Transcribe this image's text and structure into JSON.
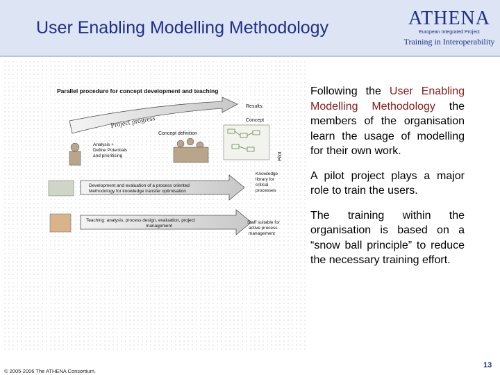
{
  "slide": {
    "title": "User Enabling Modelling Methodology",
    "logo": {
      "name": "ATHENA",
      "subtitle": "European Integrated Project",
      "tagline": "Training in Interoperability"
    },
    "paragraphs": {
      "p1_pre": "Following the ",
      "p1_highlight": "User Enabling Modelling Methodology",
      "p1_post": " the members of the organisation learn the usage of modelling for their own work.",
      "p2": "A pilot project plays a major role to train the users.",
      "p3": "The training within the organisation is based on a “snow ball principle” to reduce the necessary training effort."
    },
    "figure": {
      "heading": "Parallel procedure for concept development and teaching",
      "progress": "Project progress",
      "results": "Results:",
      "concept_def": "Concept definition",
      "concept": "Concept",
      "pilot": "Pilot",
      "analysis": "Analysis + Define Potentials and prioritising",
      "dev_eval": "Development and evaluation of a process oriented Methodology for knowledge transfer optimisation",
      "knowledge_lib": "Knowledge library for critical processes",
      "teaching": "Teaching: analysis, process design, evaluation, project management",
      "staff": "Staff suitable for active process management"
    },
    "footer": "© 2005-2006 The ATHENA Consortium.",
    "page_number": "13",
    "colors": {
      "title": "#1f2e8a",
      "header_bg": "#dde4f3",
      "highlight": "#8b1a1a"
    }
  }
}
